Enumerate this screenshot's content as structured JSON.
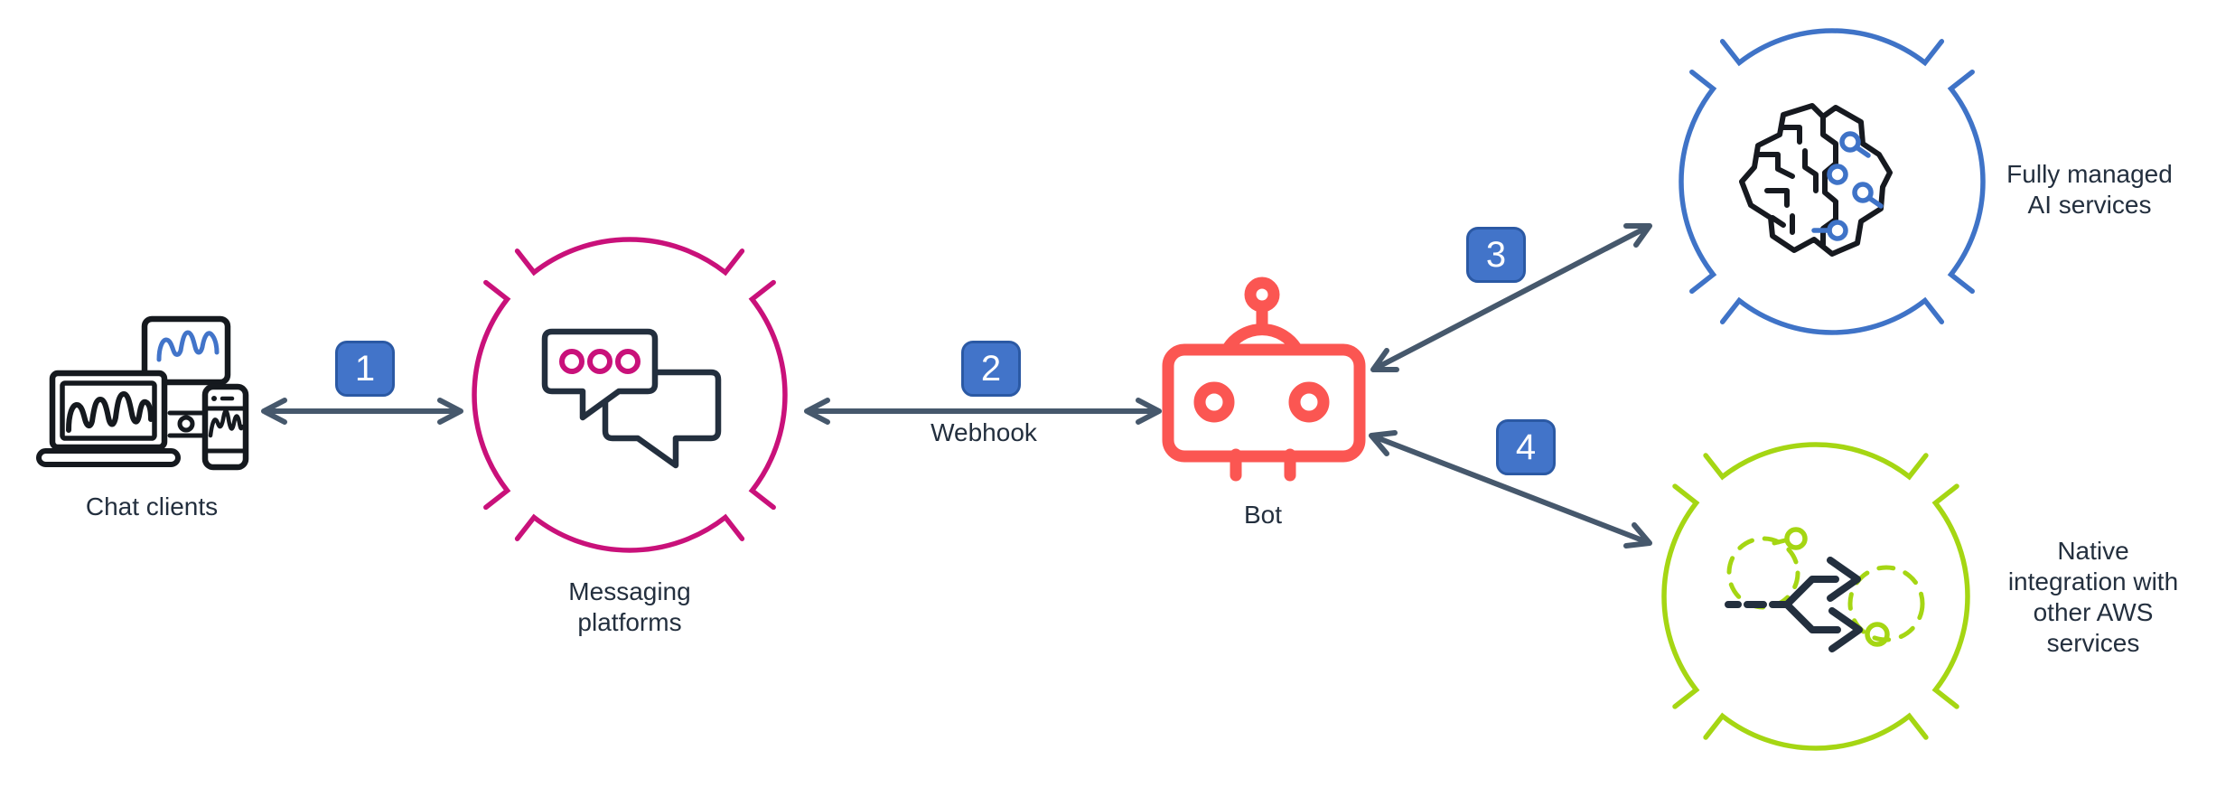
{
  "colors": {
    "background": "#FFFFFF",
    "text": "#232F3E",
    "arrow": "#46586C",
    "badge_fill": "#4274C9",
    "badge_border": "#2B59A4",
    "badge_text": "#FFFFFF",
    "messaging_accent": "#C9117A",
    "bot_accent": "#FB5652",
    "ai_accent": "#3F73C7",
    "integration_accent": "#A5D613",
    "icon_line": "#232F3E",
    "device_line": "#15191E",
    "wave_blue": "#4274C9",
    "brain_line": "#16191F"
  },
  "diagram": {
    "nodes": [
      {
        "id": "chat-clients",
        "icon": "devices-icon",
        "label_lines": [
          "Chat clients"
        ]
      },
      {
        "id": "messaging-platforms",
        "icon": "chat-bubbles-icon",
        "label_lines": [
          "Messaging",
          "platforms"
        ]
      },
      {
        "id": "bot",
        "icon": "robot-icon",
        "label_lines": [
          "Bot"
        ]
      },
      {
        "id": "ai-services",
        "icon": "brain-circuit-icon",
        "label_lines": [
          "Fully managed",
          "AI services"
        ]
      },
      {
        "id": "aws-integration",
        "icon": "branching-arrows-icon",
        "label_lines": [
          "Native",
          "integration with",
          "other AWS",
          "services"
        ]
      }
    ],
    "connections": [
      {
        "step": "1",
        "from": "chat-clients",
        "to": "messaging-platforms",
        "label": ""
      },
      {
        "step": "2",
        "from": "messaging-platforms",
        "to": "bot",
        "label": "Webhook"
      },
      {
        "step": "3",
        "from": "bot",
        "to": "ai-services",
        "label": ""
      },
      {
        "step": "4",
        "from": "bot",
        "to": "aws-integration",
        "label": ""
      }
    ]
  }
}
